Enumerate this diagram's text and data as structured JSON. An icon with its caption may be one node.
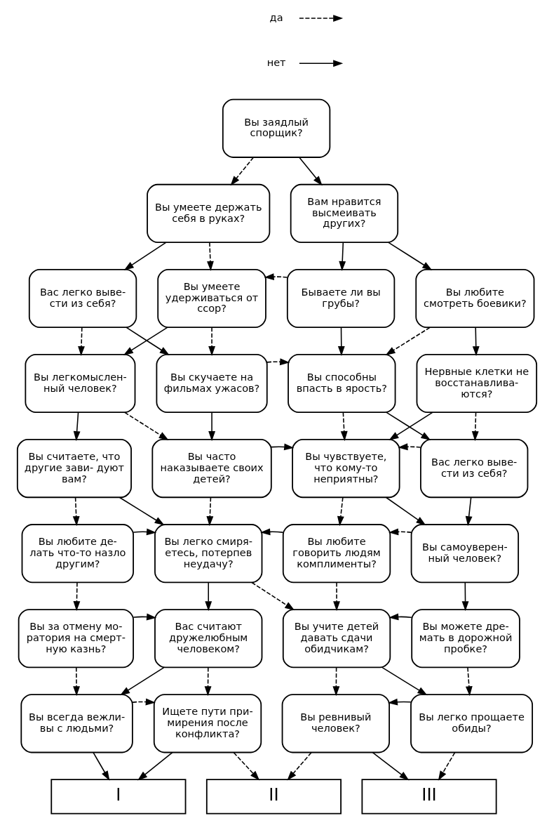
{
  "diagram": {
    "nodes": [
      {
        "text": [
          "Вы заядлый спорщик?"
        ]
      },
      {
        "text": [
          "Вы умеете держать себя в руках?"
        ]
      },
      {
        "text": [
          "Вам нравится высмеивать других?"
        ]
      },
      {
        "text": [
          "Вас легко выве- сти из себя?"
        ]
      },
      {
        "text": [
          "Вы умеете удерживаться от ссор?"
        ]
      },
      {
        "text": [
          "Бываете ли вы грубы?"
        ]
      },
      {
        "text": [
          "Вы любите смотреть боевики?"
        ]
      },
      {
        "text": [
          "Вы легкомыслен- ный человек?"
        ]
      },
      {
        "text": [
          "Вы скучаете на фильмах ужасов?"
        ]
      },
      {
        "text": [
          "Вы способны впасть в ярость?"
        ]
      },
      {
        "text": [
          "Нервные клетки не восстанавлива- ются?"
        ]
      },
      {
        "text": [
          "Вы считаете, что другие зави- дуют вам?"
        ]
      },
      {
        "text": [
          "Вы часто наказываете своих детей?"
        ]
      },
      {
        "text": [
          "Вы чувствуете, что кому-то неприятны?"
        ]
      },
      {
        "text": [
          "Вас легко выве- сти из себя?"
        ]
      },
      {
        "text": [
          "Вы любите де- лать что-то назло другим?"
        ]
      },
      {
        "text": [
          "Вы легко смиря- етесь, потерпев неудачу?"
        ]
      },
      {
        "text": [
          "Вы любите говорить людям комплименты?"
        ]
      },
      {
        "text": [
          "Вы самоуверен- ный человек?"
        ]
      },
      {
        "text": [
          "Вы за отмену мо- ратория на смерт- ную казнь?"
        ]
      },
      {
        "text": [
          "Вас считают дружелюбным человеком?"
        ]
      },
      {
        "text": [
          "Вы учите детей давать сдачи обидчикам?"
        ]
      },
      {
        "text": [
          "Вы можете дре- мать в дорожной пробке?"
        ]
      },
      {
        "text": [
          "Вы всегда вежли- вы с людьми?"
        ]
      },
      {
        "text": [
          "Ищете пути при- мирения после конфликта?"
        ]
      },
      {
        "text": [
          "Вы ревнивый человек?"
        ]
      },
      {
        "text": [
          "Вы легко прощаете обиды?"
        ]
      },
      {
        "text": [
          "I"
        ]
      },
      {
        "text": [
          "II"
        ]
      },
      {
        "text": [
          "III"
        ]
      }
    ],
    "edges": [
      {
        "from": 0,
        "to": 1,
        "arrow": "to",
        "style": "dashed"
      },
      {
        "from": 0,
        "to": 2,
        "arrow": "to"
      },
      {
        "from": 1,
        "to": 3,
        "arrow": "to"
      },
      {
        "from": 1,
        "to": 4,
        "arrow": "to",
        "style": "dashed"
      },
      {
        "from": 2,
        "to": 5,
        "arrow": "to"
      },
      {
        "from": 2,
        "to": 6,
        "arrow": "to"
      },
      {
        "from": 5,
        "to": 4,
        "arrow": "to",
        "style": "dashed"
      },
      {
        "from": 5,
        "to": 9,
        "arrow": "to"
      },
      {
        "from": 6,
        "to": 9,
        "arrow": "to",
        "style": "dashed"
      },
      {
        "from": 6,
        "to": 10,
        "arrow": "to"
      },
      {
        "from": 3,
        "to": 7,
        "arrow": "to",
        "style": "dashed"
      },
      {
        "from": 3,
        "to": 8,
        "arrow": "to"
      },
      {
        "from": 4,
        "to": 7,
        "arrow": "to"
      },
      {
        "from": 4,
        "to": 8,
        "arrow": "to",
        "style": "dashed"
      },
      {
        "from": 7,
        "to": 11,
        "arrow": "to"
      },
      {
        "from": 7,
        "to": 12,
        "arrow": "to",
        "style": "dashed"
      },
      {
        "from": 8,
        "to": 9,
        "arrow": "to",
        "style": "dashed"
      },
      {
        "from": 8,
        "to": 12,
        "arrow": "to"
      },
      {
        "from": 9,
        "to": 13,
        "arrow": "to",
        "style": "dashed"
      },
      {
        "from": 9,
        "to": 14,
        "arrow": "to"
      },
      {
        "from": 10,
        "to": 13,
        "arrow": "to"
      },
      {
        "from": 10,
        "to": 14,
        "arrow": "to",
        "style": "dashed"
      },
      {
        "from": 11,
        "to": 15,
        "arrow": "to",
        "style": "dashed"
      },
      {
        "from": 11,
        "to": 16,
        "arrow": "to"
      },
      {
        "from": 12,
        "to": 13,
        "arrow": "to"
      },
      {
        "from": 12,
        "to": 16,
        "arrow": "to",
        "style": "dashed"
      },
      {
        "from": 13,
        "to": 17,
        "arrow": "to",
        "style": "dashed"
      },
      {
        "from": 13,
        "to": 18,
        "arrow": "to"
      },
      {
        "from": 14,
        "to": 13,
        "arrow": "to",
        "style": "dashed"
      },
      {
        "from": 14,
        "to": 18,
        "arrow": "to"
      },
      {
        "from": 15,
        "to": 16,
        "arrow": "to"
      },
      {
        "from": 15,
        "to": 19,
        "arrow": "to",
        "style": "dashed"
      },
      {
        "from": 16,
        "to": 20,
        "arrow": "to"
      },
      {
        "from": 16,
        "to": 21,
        "arrow": "to",
        "style": "dashed"
      },
      {
        "from": 17,
        "to": 16,
        "arrow": "to"
      },
      {
        "from": 17,
        "to": 21,
        "arrow": "to",
        "style": "dashed"
      },
      {
        "from": 18,
        "to": 17,
        "arrow": "to",
        "style": "dashed"
      },
      {
        "from": 18,
        "to": 22,
        "arrow": "to"
      },
      {
        "from": 19,
        "to": 20,
        "arrow": "to"
      },
      {
        "from": 19,
        "to": 23,
        "arrow": "to",
        "style": "dashed"
      },
      {
        "from": 20,
        "to": 23,
        "arrow": "to"
      },
      {
        "from": 20,
        "to": 24,
        "arrow": "to",
        "style": "dashed"
      },
      {
        "from": 21,
        "to": 25,
        "arrow": "to",
        "style": "dashed"
      },
      {
        "from": 21,
        "to": 26,
        "arrow": "to"
      },
      {
        "from": 22,
        "to": 21,
        "arrow": "to"
      },
      {
        "from": 22,
        "to": 26,
        "arrow": "to",
        "style": "dashed"
      },
      {
        "from": 23,
        "to": 24,
        "arrow": "to",
        "style": "dashed"
      },
      {
        "from": 23,
        "to": 27,
        "arrow": "to"
      },
      {
        "from": 24,
        "to": 27,
        "arrow": "to"
      },
      {
        "from": 24,
        "to": 28,
        "arrow": "to",
        "style": "dashed"
      },
      {
        "from": 25,
        "to": 28,
        "arrow": "to",
        "style": "dashed"
      },
      {
        "from": 25,
        "to": 29,
        "arrow": "to"
      },
      {
        "from": 26,
        "to": 25,
        "arrow": "to"
      },
      {
        "from": 26,
        "to": 29,
        "arrow": "to",
        "style": "dashed"
      }
    ],
    "legend": [
      {
        "text": "да"
      },
      {
        "text": "нет"
      }
    ]
  }
}
